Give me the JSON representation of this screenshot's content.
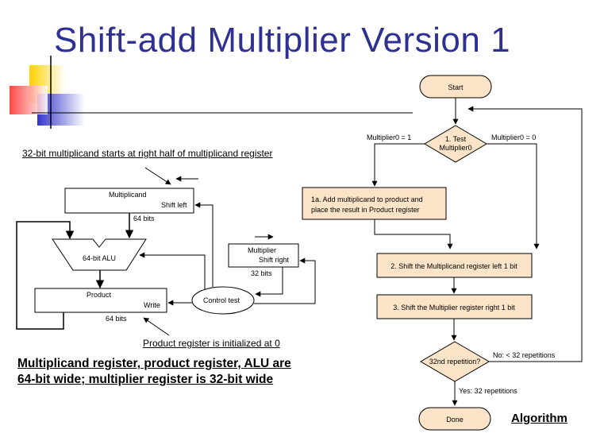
{
  "title": "Shift-add Multiplier Version 1",
  "notes": {
    "multiplicand_start": "32-bit multiplicand starts at right half of multiplicand register",
    "product_init": "Product register is initialized at 0"
  },
  "datapath": {
    "multiplicand_label": "Multiplicand",
    "multiplicand_shift": "Shift left",
    "bits_64_a": "64 bits",
    "alu_label": "64-bit ALU",
    "product_label": "Product",
    "product_write": "Write",
    "bits_64_b": "64 bits",
    "control": "Control test",
    "multiplier_label": "Multiplier",
    "multiplier_shift": "Shift right",
    "bits_32": "32 bits"
  },
  "summary": {
    "line1": "Multiplicand register, product register, ALU are",
    "line2": "64-bit wide; multiplier register is 32-bit wide"
  },
  "flowchart": {
    "start": "Start",
    "test_line1": "1. Test",
    "test_line2": "Multiplier0",
    "branch_one": "Multiplier0 = 1",
    "branch_zero": "Multiplier0 = 0",
    "step1a_line1": "1a. Add multiplicand to product and",
    "step1a_line2": "place the result in Product register",
    "step2": "2. Shift the Multiplicand register left 1 bit",
    "step3": "3. Shift the Multiplier register right 1 bit",
    "repeat_test": "32nd repetition?",
    "no_label": "No:  < 32 repetitions",
    "yes_label": "Yes:  32 repetitions",
    "done": "Done"
  },
  "algorithm_label": "Algorithm",
  "colors": {
    "title": "#2e3192",
    "step_fill": "#fde4c9",
    "deco_yellow": "#ffd200",
    "deco_blue": "#3333cc",
    "deco_red": "#ff3333"
  }
}
